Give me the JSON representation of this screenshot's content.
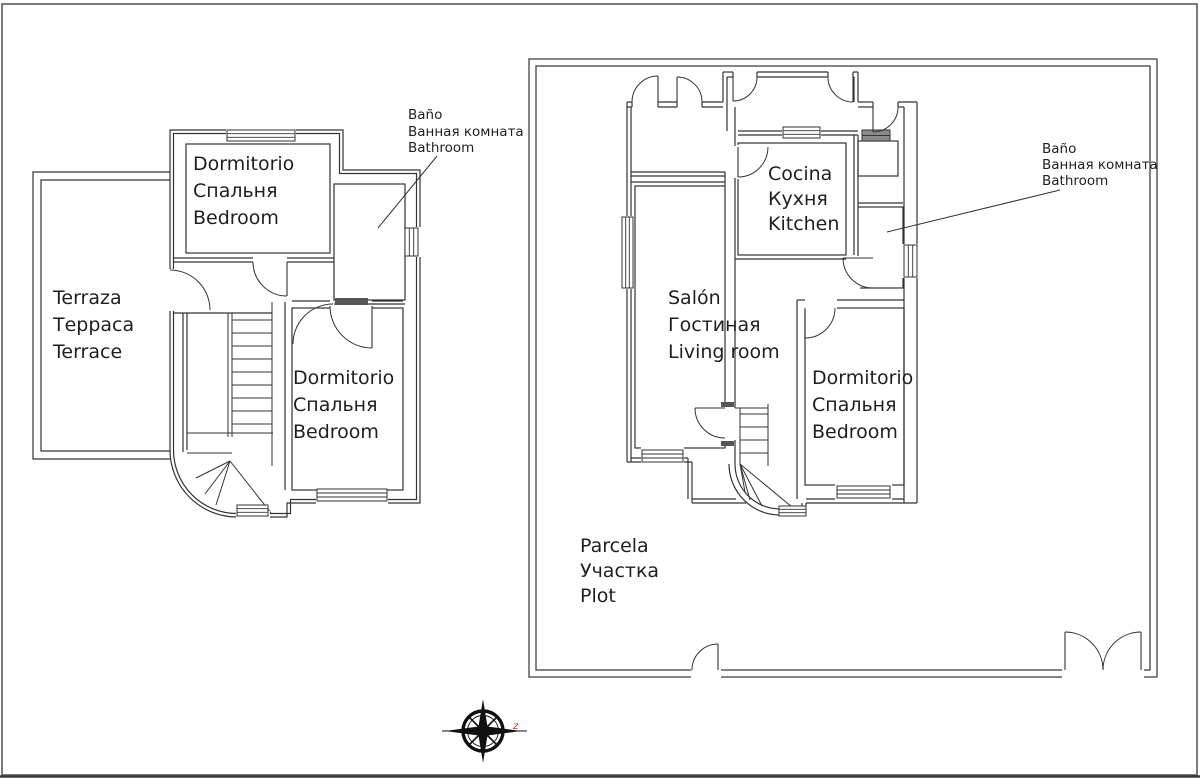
{
  "colors": {
    "background": "#ffffff",
    "wall_line": "#333333",
    "label_text": "#1f1f1f",
    "threshold_fill": "#555555",
    "window_shade_fill": "#8a8a8a",
    "page_border": "#5a5a5a",
    "compass_marker_red": "#c03a2b"
  },
  "upper_plan": {
    "terrace": [
      "Terraza",
      "Терраса",
      "Terrace"
    ],
    "bedroom_top": [
      "Dormitorio",
      "Спальня",
      "Bedroom"
    ],
    "bedroom_bottom": [
      "Dormitorio",
      "Спальня",
      "Bedroom"
    ],
    "bathroom_note": [
      "Baño",
      "Ванная комната",
      "Bathroom"
    ]
  },
  "ground_plan": {
    "kitchen": [
      "Cocina",
      "Кухня",
      "Kitchen"
    ],
    "living_room": [
      "Salón",
      "Гостиная",
      "Living room"
    ],
    "bedroom": [
      "Dormitorio",
      "Спальня",
      "Bedroom"
    ],
    "bathroom_note": [
      "Baño",
      "Ванная комната",
      "Bathroom"
    ],
    "plot": [
      "Parcela",
      "Участка",
      "Plot"
    ]
  },
  "compass": {
    "east_marker": "z"
  }
}
